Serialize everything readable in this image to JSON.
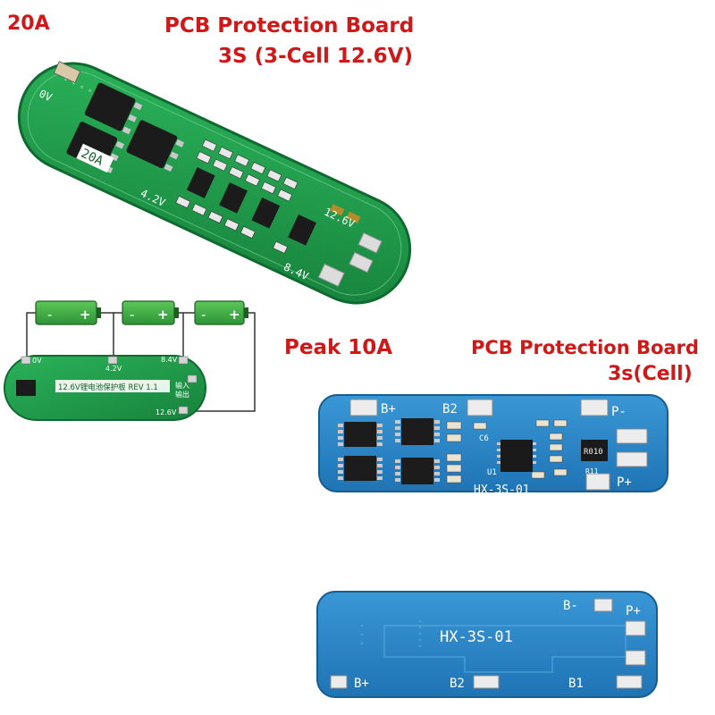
{
  "captions": {
    "current_20a": "20A",
    "title_green_line1": "PCB Protection Board",
    "title_green_line2": "3S (3-Cell 12.6V)",
    "peak": "Peak 10A",
    "title_blue_line1": "PCB Protection Board",
    "title_blue_line2": "3s(Cell)"
  },
  "green_board": {
    "silk_0v": "0V",
    "silk_20a": "20A",
    "silk_4v2": "4.2V",
    "silk_8v4": "8.4V",
    "silk_12v6": "12.6V"
  },
  "wiring_diagram": {
    "cells": [
      {
        "neg": "-",
        "pos": "+"
      },
      {
        "neg": "-",
        "pos": "+"
      },
      {
        "neg": "-",
        "pos": "+"
      }
    ],
    "label_0v": "0V",
    "label_4v2": "4.2V",
    "label_8v4": "8.4V",
    "label_12v6": "12.6V",
    "board_silk": "12.6V锂电池保护板 REV 1.1",
    "input_label": "输入",
    "output_label": "输出"
  },
  "blue_board_top": {
    "pad_bplus": "B+",
    "pad_b2": "B2",
    "pad_pminus": "P-",
    "pad_pplus": "P+",
    "model": "HX-3S-01",
    "u1": "U1",
    "c6": "C6",
    "r_pack": "R010",
    "r11": "R11"
  },
  "blue_board_bottom": {
    "pad_bminus": "B-",
    "pad_pplus": "P+",
    "pad_bplus": "B+",
    "pad_b2": "B2",
    "pad_b1": "B1",
    "model": "HX-3S-01"
  },
  "colors": {
    "caption_red": "#d01818",
    "green_pcb": "#1f9a4a",
    "blue_pcb": "#2a86c9",
    "cell_green": "#3aa544"
  }
}
